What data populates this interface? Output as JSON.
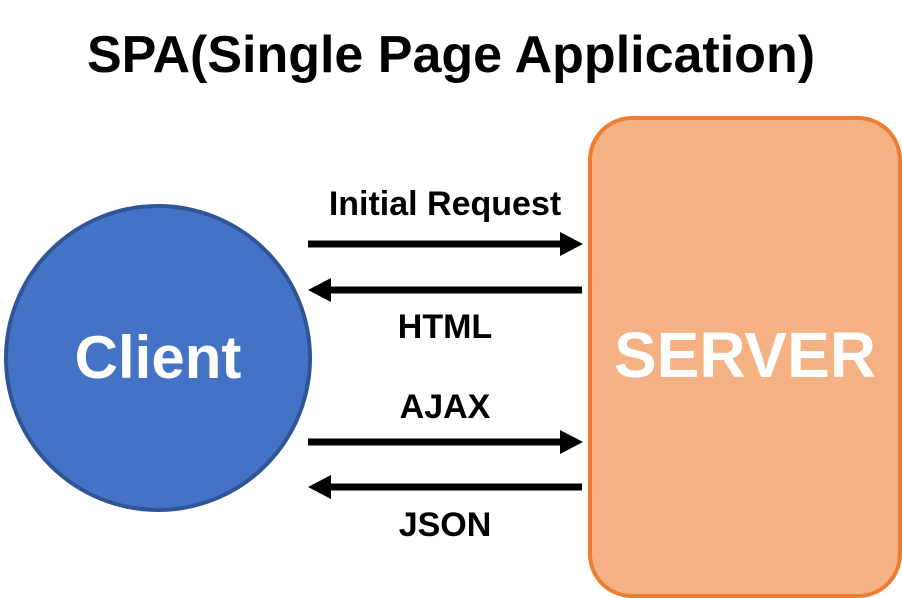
{
  "title": "SPA(Single Page Application)",
  "client": {
    "label": "Client",
    "fill_color": "#4472C4",
    "stroke_color": "#2F5597"
  },
  "server": {
    "label": "SERVER",
    "fill_color": "#F4B183",
    "stroke_color": "#ED7D31"
  },
  "arrows": [
    {
      "label": "Initial Request",
      "direction": "to-server"
    },
    {
      "label": "HTML",
      "direction": "to-client"
    },
    {
      "label": "AJAX",
      "direction": "to-server"
    },
    {
      "label": "JSON",
      "direction": "to-client"
    }
  ],
  "arrow_color": "#000000"
}
